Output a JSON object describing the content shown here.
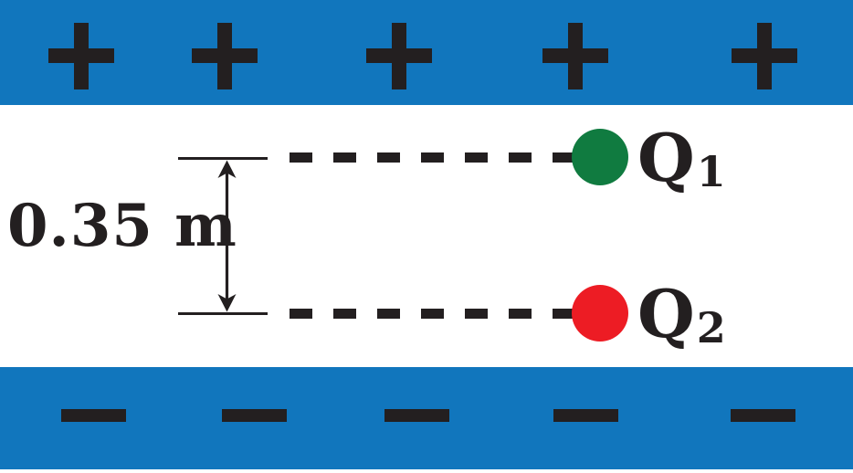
{
  "figure": {
    "description": "Two point charges between oppositely charged parallel plates",
    "colors": {
      "plate_blue": "#1176BD",
      "ink_black": "#231F20",
      "charge1_green": "#107B40",
      "charge2_red": "#ED1C24"
    },
    "top_plate": {
      "polarity_symbol": "+",
      "symbol_count": 5,
      "symbol_centers_x": [
        89,
        246,
        437,
        630,
        837
      ]
    },
    "bottom_plate": {
      "polarity_symbol": "−",
      "symbol_count": 5,
      "symbol_centers_x": [
        102,
        278,
        456,
        641,
        835
      ]
    },
    "charges": {
      "q1": {
        "symbol": "Q",
        "subscript": "1",
        "color": "#107B40"
      },
      "q2": {
        "symbol": "Q",
        "subscript": "2",
        "color": "#ED1C24"
      }
    },
    "dimension": {
      "label": "0.35 m"
    }
  }
}
